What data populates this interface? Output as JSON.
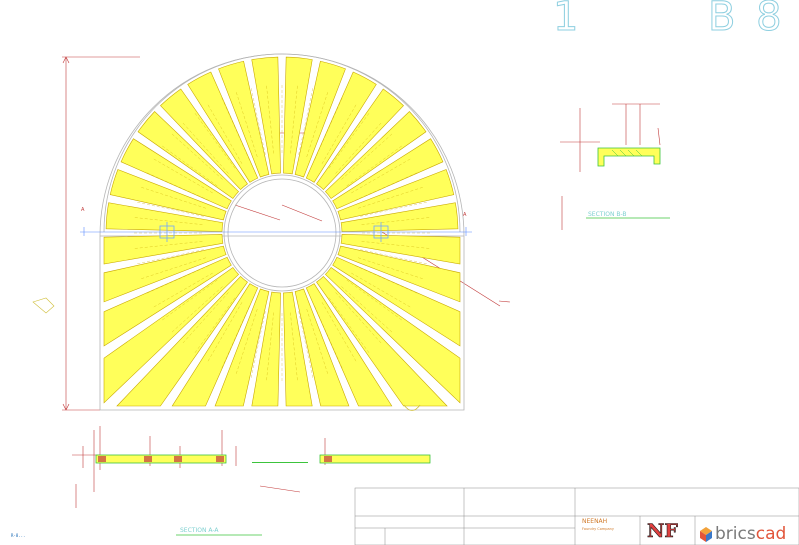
{
  "title_block": {
    "sheet_number": "1",
    "sheet_code": "B 8",
    "company": "NEENAH",
    "company_sub": "Foundry Company",
    "logo_text": "NF",
    "brand_prefix": "brics",
    "brand_suffix": "cad",
    "file_label": "R-8..."
  },
  "views": {
    "section_b": "SECTION B-B",
    "section_a": "SECTION A-A"
  },
  "colors": {
    "frame": "#b5b5b5",
    "grate_fill": "#ffff5a",
    "grate_edge": "#c9a800",
    "dimension": "#c23a3a",
    "annotation": "#d0bf3a",
    "section_bar": "#3cc43c",
    "section_label": "#7fd0d0",
    "hub": "#6fa6ff"
  }
}
